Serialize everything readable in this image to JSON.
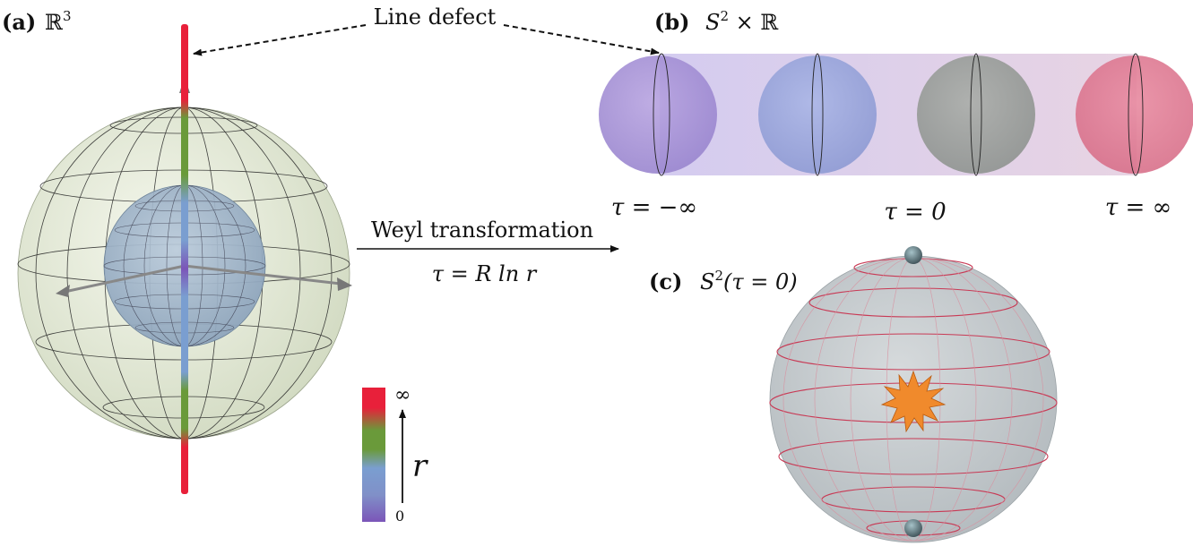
{
  "panel_a": {
    "tag": "(a)",
    "space": "ℝ",
    "space_exp": "3",
    "colorbar": {
      "top_label": "∞",
      "bottom_label": "0",
      "var": "r"
    }
  },
  "panel_b": {
    "tag": "(b)",
    "space_base": "S",
    "space_exp": "2",
    "space_tail": " × ℝ",
    "tau_left": "τ = −∞",
    "tau_mid": "τ = 0",
    "tau_right": "τ = ∞"
  },
  "panel_c": {
    "tag": "(c)",
    "space_base": "S",
    "space_exp": "2",
    "space_tail": "(τ = 0)"
  },
  "annotations": {
    "line_defect": "Line defect",
    "weyl": "Weyl transformation",
    "weyl_formula": "τ = R ln r"
  },
  "colors": {
    "defect_red": "#e8203a",
    "defect_green": "#6a9a3a",
    "defect_blue": "#7a9ed0",
    "defect_violet": "#7b55b8",
    "sphere_outer": "#dfe6cf",
    "sphere_inner": "#9fb3c8",
    "tube": "#cfc4ea",
    "star": "#f08a2c"
  }
}
